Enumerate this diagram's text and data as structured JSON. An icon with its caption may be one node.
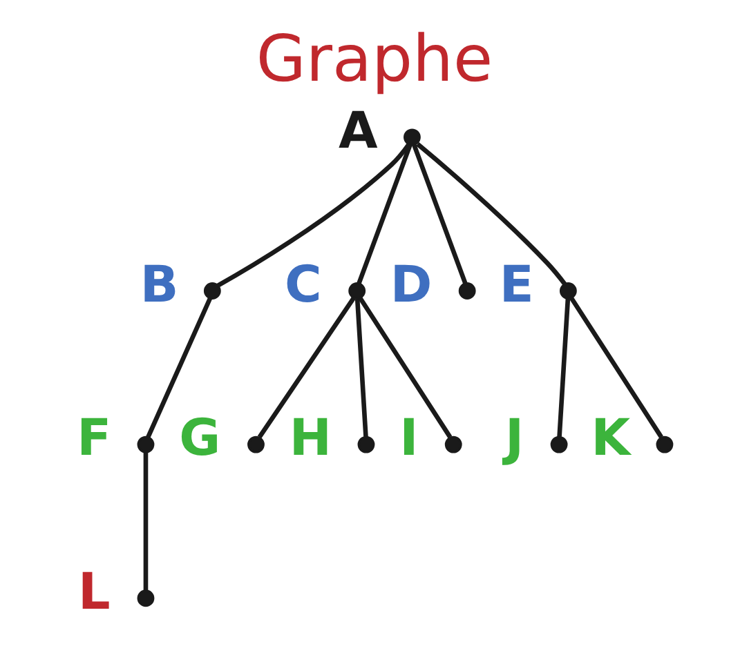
{
  "diagram": {
    "title": "Graphe",
    "nodes": [
      {
        "text": [],
        "shape": "circle",
        "beside": [
          "A"
        ]
      },
      {
        "text": [],
        "shape": "circle",
        "beside": [
          "B"
        ]
      },
      {
        "text": [],
        "shape": "circle",
        "beside": [
          "C"
        ]
      },
      {
        "text": [],
        "shape": "circle",
        "beside": [
          "D"
        ]
      },
      {
        "text": [],
        "shape": "circle",
        "beside": [
          "E"
        ]
      },
      {
        "text": [],
        "shape": "circle",
        "beside": [
          "F"
        ]
      },
      {
        "text": [],
        "shape": "circle",
        "beside": [
          "G"
        ]
      },
      {
        "text": [],
        "shape": "circle",
        "beside": [
          "H"
        ]
      },
      {
        "text": [],
        "shape": "circle",
        "beside": [
          "I"
        ]
      },
      {
        "text": [],
        "shape": "circle",
        "beside": [
          "J"
        ]
      },
      {
        "text": [],
        "shape": "circle",
        "beside": [
          "K"
        ]
      },
      {
        "text": [],
        "shape": "circle",
        "beside": [
          "L"
        ]
      }
    ],
    "edges": [
      {
        "from": 0,
        "to": 1,
        "arrow": "none"
      },
      {
        "from": 0,
        "to": 2,
        "arrow": "none"
      },
      {
        "from": 0,
        "to": 3,
        "arrow": "none"
      },
      {
        "from": 0,
        "to": 4,
        "arrow": "none"
      },
      {
        "from": 1,
        "to": 5,
        "arrow": "none"
      },
      {
        "from": 2,
        "to": 6,
        "arrow": "none"
      },
      {
        "from": 2,
        "to": 7,
        "arrow": "none"
      },
      {
        "from": 2,
        "to": 8,
        "arrow": "none"
      },
      {
        "from": 4,
        "to": 9,
        "arrow": "none"
      },
      {
        "from": 4,
        "to": 10,
        "arrow": "none"
      },
      {
        "from": 5,
        "to": 11,
        "arrow": "none"
      }
    ]
  }
}
